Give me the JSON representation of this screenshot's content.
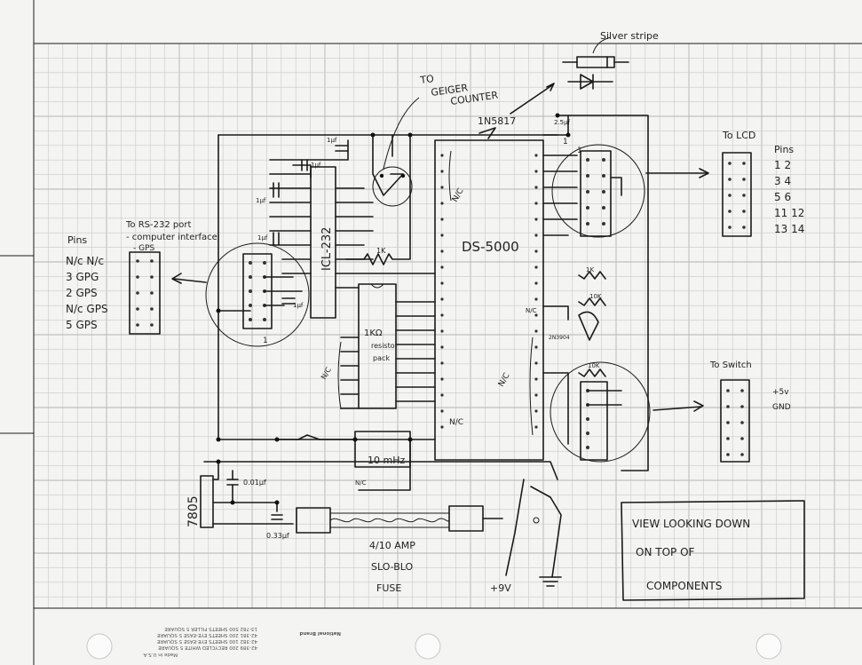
{
  "diagram": {
    "labels": {
      "geiger": [
        "TO",
        "GEIGER",
        "COUNTER"
      ],
      "silver_stripe": "Silver stripe",
      "diode": "1N5817",
      "cap_25": "2.5µf",
      "cap_1uf_a": "1µf",
      "cap_1uf_b": "1µf",
      "cap_1uf_c": "1µf",
      "cap_1uf_d": "1µf",
      "cap_1uf_e": "1µf",
      "ic232": "ICL-232",
      "ds5000": "DS-5000",
      "resistor_1k": "1K",
      "respack": [
        "1KΩ",
        "resistor",
        "pack"
      ],
      "nc_left": "N/C",
      "nc_mid": "N/C",
      "nc_top": "N/C",
      "nc_bottom": "N/C",
      "nc_xtal": "N/C",
      "nc_side": "N/C",
      "xtal": "10 mHz",
      "lcd_header": "To LCD",
      "lcd_pins_title": "Pins",
      "lcd_pins": [
        "1 2",
        "3 4",
        "5 6",
        "11 12",
        "13 14"
      ],
      "rs232_note": [
        "To RS-232 port",
        "- computer interface",
        "- GPS"
      ],
      "rs232_pins_title": "Pins",
      "rs232_pins": [
        "N/c N/c",
        "3 GPG",
        "2 GPS",
        "N/c GPS",
        "5 GPS"
      ],
      "switch_header": "To Switch",
      "switch_pins": [
        "+5v",
        "GND"
      ],
      "one_a": "1",
      "one_b": "1",
      "one_c": "1",
      "r_1k": "1K",
      "r_10k_a": "10K",
      "r_10k_b": "10K",
      "transistor": "2N3904",
      "cap_001": "0.01µf",
      "cap_033": "0.33µf",
      "regulator": "7805",
      "fuse": [
        "4/10 AMP",
        "SLO-BLO",
        "FUSE"
      ],
      "plus9v": "+9V",
      "view_note": [
        "VIEW LOOKING DOWN",
        "ON TOP OF",
        "COMPONENTS"
      ]
    }
  },
  "imprint": {
    "brand": "National Brand",
    "lines": [
      "42-389  200 RECYCLED WHITE  5 SQUARE",
      "42-382  100 SHEETS EYE-EASE  5 SQUARE",
      "42-381  200 SHEETS EYE-EASE  5 SQUARE",
      "13-782  500 SHEETS FILLER  5 SQUARE"
    ],
    "made_in": "Made in U.S.A."
  }
}
